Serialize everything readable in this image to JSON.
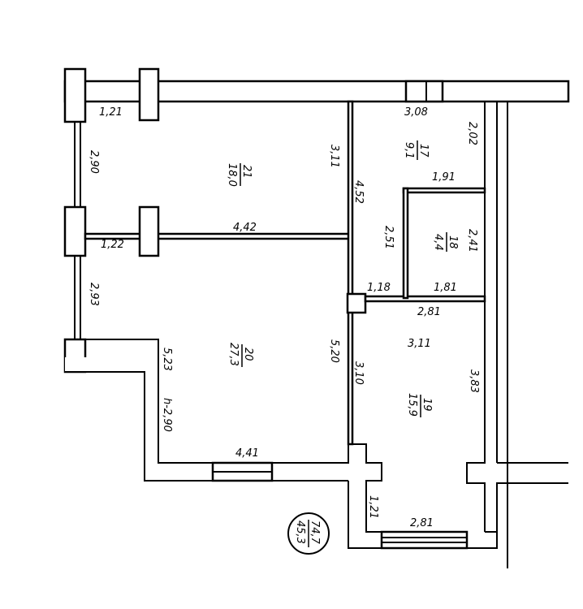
{
  "dimensions": {
    "d_top_left": "1,21",
    "d_left_upper": "2,90",
    "d_left_pier": "1,22",
    "d_left_lower": "2,93",
    "d_room21_right": "3,11",
    "d_partition_h": "4,42",
    "d_corridor_left": "4,52",
    "d_top_right": "3,08",
    "d_room17_right": "2,02",
    "d_room18_top": "1,91",
    "d_room18_left": "2,51",
    "d_room18_right": "2,41",
    "d_small_h": "1,18",
    "d_room18_bottom": "1,81",
    "d_room19_top": "2,81",
    "d_room19_top2": "3,11",
    "d_room20_left": "5,23",
    "d_height": "h-2,90",
    "d_room20_right": "5,20",
    "d_room19_left": "3,10",
    "d_room19_right": "3,83",
    "d_room20_bottom": "4,41",
    "d_room19_pier": "1,21",
    "d_room19_bottom": "2,81"
  },
  "rooms": [
    {
      "number": "21",
      "area": "18,0"
    },
    {
      "number": "17",
      "area": "9,1"
    },
    {
      "number": "18",
      "area": "4,4"
    },
    {
      "number": "20",
      "area": "27,3"
    },
    {
      "number": "19",
      "area": "15,9"
    }
  ],
  "totals": {
    "total_area": "74,7",
    "living_area": "45,3"
  }
}
